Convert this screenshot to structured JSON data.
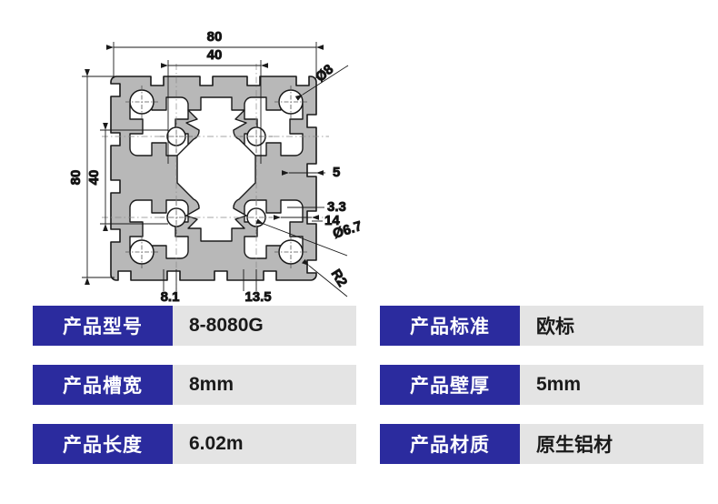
{
  "drawing": {
    "title": "8-8080G aluminium profile cross-section",
    "metal_fill": "#b8b8b8",
    "metal_fill_light": "#cfcfcf",
    "line_color": "#1a1a1a",
    "dimensions": {
      "width_overall": "80",
      "width_inner": "40",
      "height_overall": "80",
      "height_inner": "40",
      "corner_bore": "Ø8",
      "inner_bore": "Ø6.7",
      "wall_thickness": "5",
      "slot_throat": "3.3",
      "slot_width_14": "14",
      "slot_opening": "8.1",
      "slot_pitch": "13.5",
      "corner_radius": "R2"
    }
  },
  "spec": {
    "columns": [
      {
        "rows": [
          {
            "label": "产品型号",
            "value": "8-8080G"
          },
          {
            "label": "产品槽宽",
            "value": "8mm"
          },
          {
            "label": "产品长度",
            "value": "6.02m"
          }
        ]
      },
      {
        "rows": [
          {
            "label": "产品标准",
            "value": "欧标"
          },
          {
            "label": "产品壁厚",
            "value": "5mm"
          },
          {
            "label": "产品材质",
            "value": "原生铝材"
          }
        ]
      }
    ],
    "label_bg": "#2b2b9e",
    "value_bg": "#e4e4e4"
  }
}
